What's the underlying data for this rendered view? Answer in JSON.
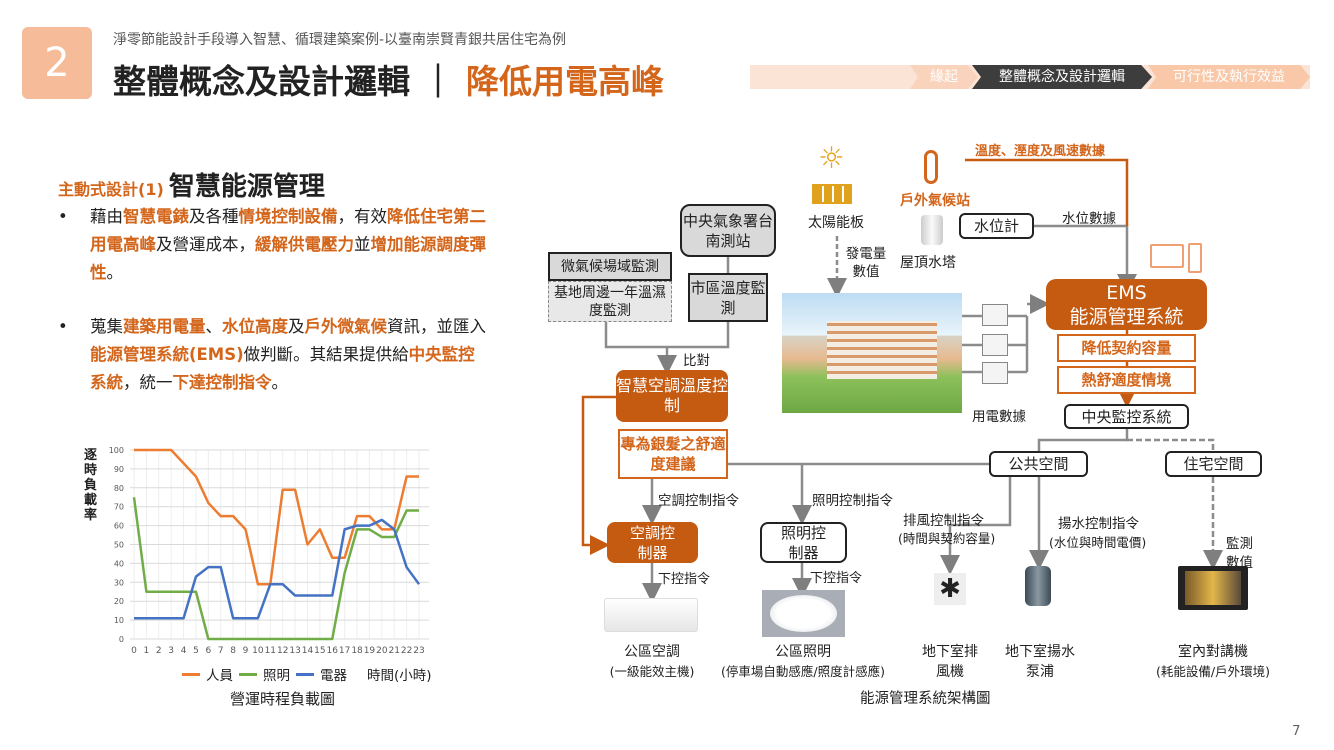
{
  "header": {
    "number": "2",
    "subtitle": "淨零節能設計手段導入智慧、循環建築案例-以臺南崇賢青銀共居住宅為例",
    "title_main": "整體概念及設計邏輯",
    "title_sep": "｜",
    "title_accent": "降低用電高峰"
  },
  "breadcrumb": [
    "緣起",
    "整體概念及設計邏輯",
    "可行性及執行效益"
  ],
  "section": {
    "prefix": "主動式設計(1)",
    "title": "智慧能源管理"
  },
  "bullets": [
    [
      {
        "t": "藉由"
      },
      {
        "t": "智慧電錶",
        "h": 1
      },
      {
        "t": "及各種"
      },
      {
        "t": "情境控制設備",
        "h": 1
      },
      {
        "t": "，有效"
      },
      {
        "t": "降低住宅第二用電高峰",
        "h": 1
      },
      {
        "t": "及營運成本，"
      },
      {
        "t": "緩解供電壓力",
        "h": 1
      },
      {
        "t": "並"
      },
      {
        "t": "增加能源調度彈性",
        "h": 1
      },
      {
        "t": "。"
      }
    ],
    [
      {
        "t": "蒐集"
      },
      {
        "t": "建築用電量",
        "h": 1
      },
      {
        "t": "、"
      },
      {
        "t": "水位高度",
        "h": 1
      },
      {
        "t": "及"
      },
      {
        "t": "戶外微氣候",
        "h": 1
      },
      {
        "t": "資訊，並匯入"
      },
      {
        "t": "能源管理系統(EMS)",
        "h": 1
      },
      {
        "t": "做判斷。其結果提供給"
      },
      {
        "t": "中央監控系統",
        "h": 1
      },
      {
        "t": "，統一"
      },
      {
        "t": "下達控制指令",
        "h": 1
      },
      {
        "t": "。"
      }
    ]
  ],
  "chart_data": {
    "type": "line",
    "title": "營運時程負載圖",
    "ylabel": "逐時負載率",
    "xlabel": "時間(小時)",
    "ylim": [
      0,
      100
    ],
    "yticks": [
      0,
      10,
      20,
      30,
      40,
      50,
      60,
      70,
      80,
      90,
      100
    ],
    "grid": true,
    "legend": "bottom",
    "x": [
      0,
      1,
      2,
      3,
      4,
      5,
      6,
      7,
      8,
      9,
      10,
      11,
      12,
      13,
      14,
      15,
      16,
      17,
      18,
      19,
      20,
      21,
      22,
      23
    ],
    "series": [
      {
        "name": "人員",
        "color": "#ed7d31",
        "values": [
          100,
          100,
          100,
          100,
          93,
          86,
          72,
          65,
          65,
          58,
          29,
          29,
          79,
          79,
          50,
          58,
          43,
          43,
          65,
          65,
          58,
          58,
          86,
          86
        ]
      },
      {
        "name": "照明",
        "color": "#70ad47",
        "values": [
          75,
          25,
          25,
          25,
          25,
          25,
          0,
          0,
          0,
          0,
          0,
          0,
          0,
          0,
          0,
          0,
          0,
          35,
          58,
          58,
          54,
          54,
          68,
          68
        ]
      },
      {
        "name": "電器",
        "color": "#4472c4",
        "values": [
          11,
          11,
          11,
          11,
          11,
          33,
          38,
          38,
          11,
          11,
          11,
          29,
          29,
          23,
          23,
          23,
          23,
          58,
          60,
          60,
          63,
          58,
          38,
          29
        ]
      }
    ]
  },
  "diagram": {
    "cwb": "中央氣象署台南測站",
    "micro": "微氣候場域監測",
    "micro_sub": "基地周邊一年溫濕度監測",
    "city": "市區溫度監測",
    "compare": "比對",
    "smart_ac": "智慧空調溫度控制",
    "elder": "專為銀髮之舒適度建議",
    "solar": "太陽能板",
    "gen": "發電量數值",
    "station": "戶外氣候站",
    "weather_data": "溫度、溼度及風速數據",
    "tank": "屋頂水塔",
    "water_meter": "水位計",
    "water_data": "水位數據",
    "power_data": "用電數據",
    "ems1": "EMS",
    "ems2": "能源管理系統",
    "reduce": "降低契約容量",
    "comfort": "熱舒適度情境",
    "central": "中央監控系統",
    "public": "公共空間",
    "residential": "住宅空間",
    "ac_cmd": "空調控制指令",
    "light_cmd": "照明控制指令",
    "ac_ctrl": "空調控制器",
    "light_ctrl": "照明控制器",
    "down_cmd": "下控指令",
    "fan_cmd": "排風控制指令",
    "fan_cmd_sub": "(時間與契約容量)",
    "pump_cmd": "揚水控制指令",
    "pump_cmd_sub": "(水位與時間電價)",
    "monitor": "監測數值",
    "ac_dev": "公區空調",
    "ac_dev_sub": "(一級能效主機)",
    "light_dev": "公區照明",
    "light_dev_sub": "(停車場自動感應/照度計感應)",
    "fan_dev": "地下室排風機",
    "pump_dev": "地下室揚水泵浦",
    "intercom": "室內對講機",
    "intercom_sub": "(耗能設備/戶外環境)",
    "caption": "能源管理系統架構圖"
  },
  "page_number": "7"
}
